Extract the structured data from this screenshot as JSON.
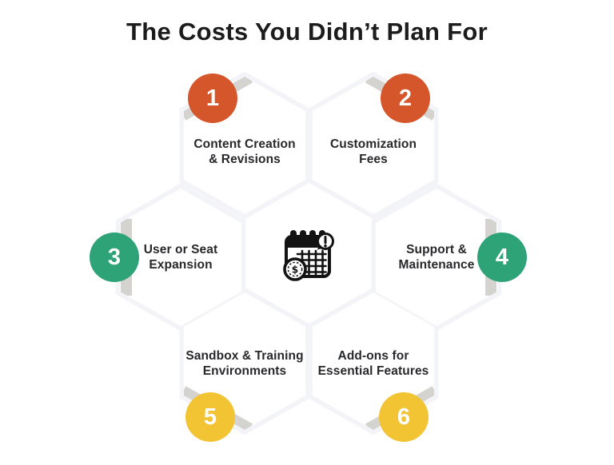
{
  "title": "The Costs You Didn’t Plan For",
  "palette": {
    "orange": "#D6562C",
    "green": "#2EA377",
    "yellow": "#F2C433",
    "stripe_gray": "#D5D3CF",
    "text_dark": "#1C1C1C",
    "hex_fill": "#FFFFFF"
  },
  "center_icon": {
    "name": "calendar-cost-alert-icon",
    "dollar_symbol": "$",
    "alert_symbol": "!"
  },
  "items": [
    {
      "number": "1",
      "line1": "Content Creation",
      "line2": "& Revisions",
      "color": "#D6562C",
      "badge_position": "top-left"
    },
    {
      "number": "2",
      "line1": "Customization",
      "line2": "Fees",
      "color": "#D6562C",
      "badge_position": "top-right"
    },
    {
      "number": "3",
      "line1": "User or Seat",
      "line2": "Expansion",
      "color": "#2EA377",
      "badge_position": "left"
    },
    {
      "number": "4",
      "line1": "Support &",
      "line2": "Maintenance",
      "color": "#2EA377",
      "badge_position": "right"
    },
    {
      "number": "5",
      "line1": "Sandbox & Training",
      "line2": "Environments",
      "color": "#F2C433",
      "badge_position": "bottom-left"
    },
    {
      "number": "6",
      "line1": "Add-ons for",
      "line2": "Essential Features",
      "color": "#F2C433",
      "badge_position": "bottom-right"
    }
  ]
}
